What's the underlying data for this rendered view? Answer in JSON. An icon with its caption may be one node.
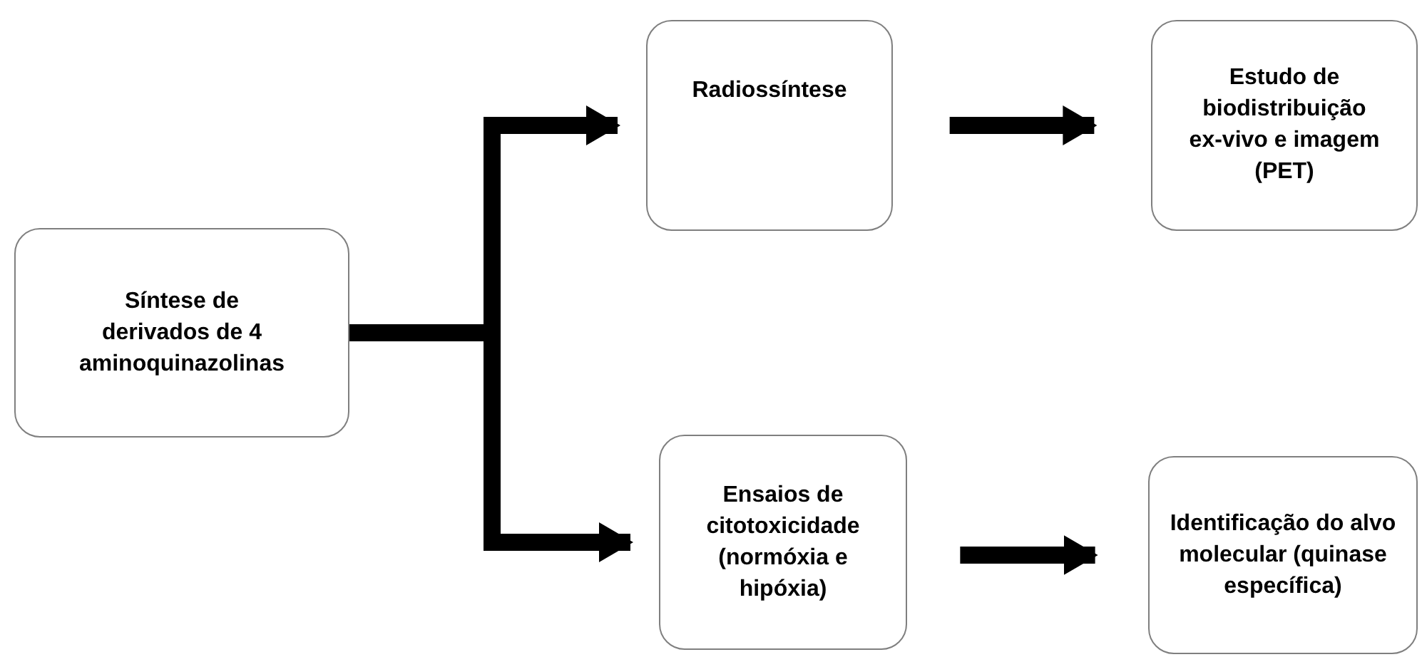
{
  "diagram": {
    "nodes": [
      {
        "text": [
          "Síntese de derivados de 4 aminoquinazolinas"
        ]
      },
      {
        "text": [
          "Radiossíntese"
        ]
      },
      {
        "text": [
          "Estudo de biodistribuição ex-vivo e imagem (PET)"
        ]
      },
      {
        "text": [
          "Ensaios de citotoxicidade (normóxia e hipóxia)"
        ]
      },
      {
        "text": [
          "Identificação do alvo molecular (quinase específica)"
        ]
      }
    ],
    "edges": [
      {
        "from": 0,
        "to": 1,
        "arrow": "to"
      },
      {
        "from": 0,
        "to": 3,
        "arrow": "to"
      },
      {
        "from": 1,
        "to": 2,
        "arrow": "to"
      },
      {
        "from": 3,
        "to": 4,
        "arrow": "to"
      }
    ]
  }
}
